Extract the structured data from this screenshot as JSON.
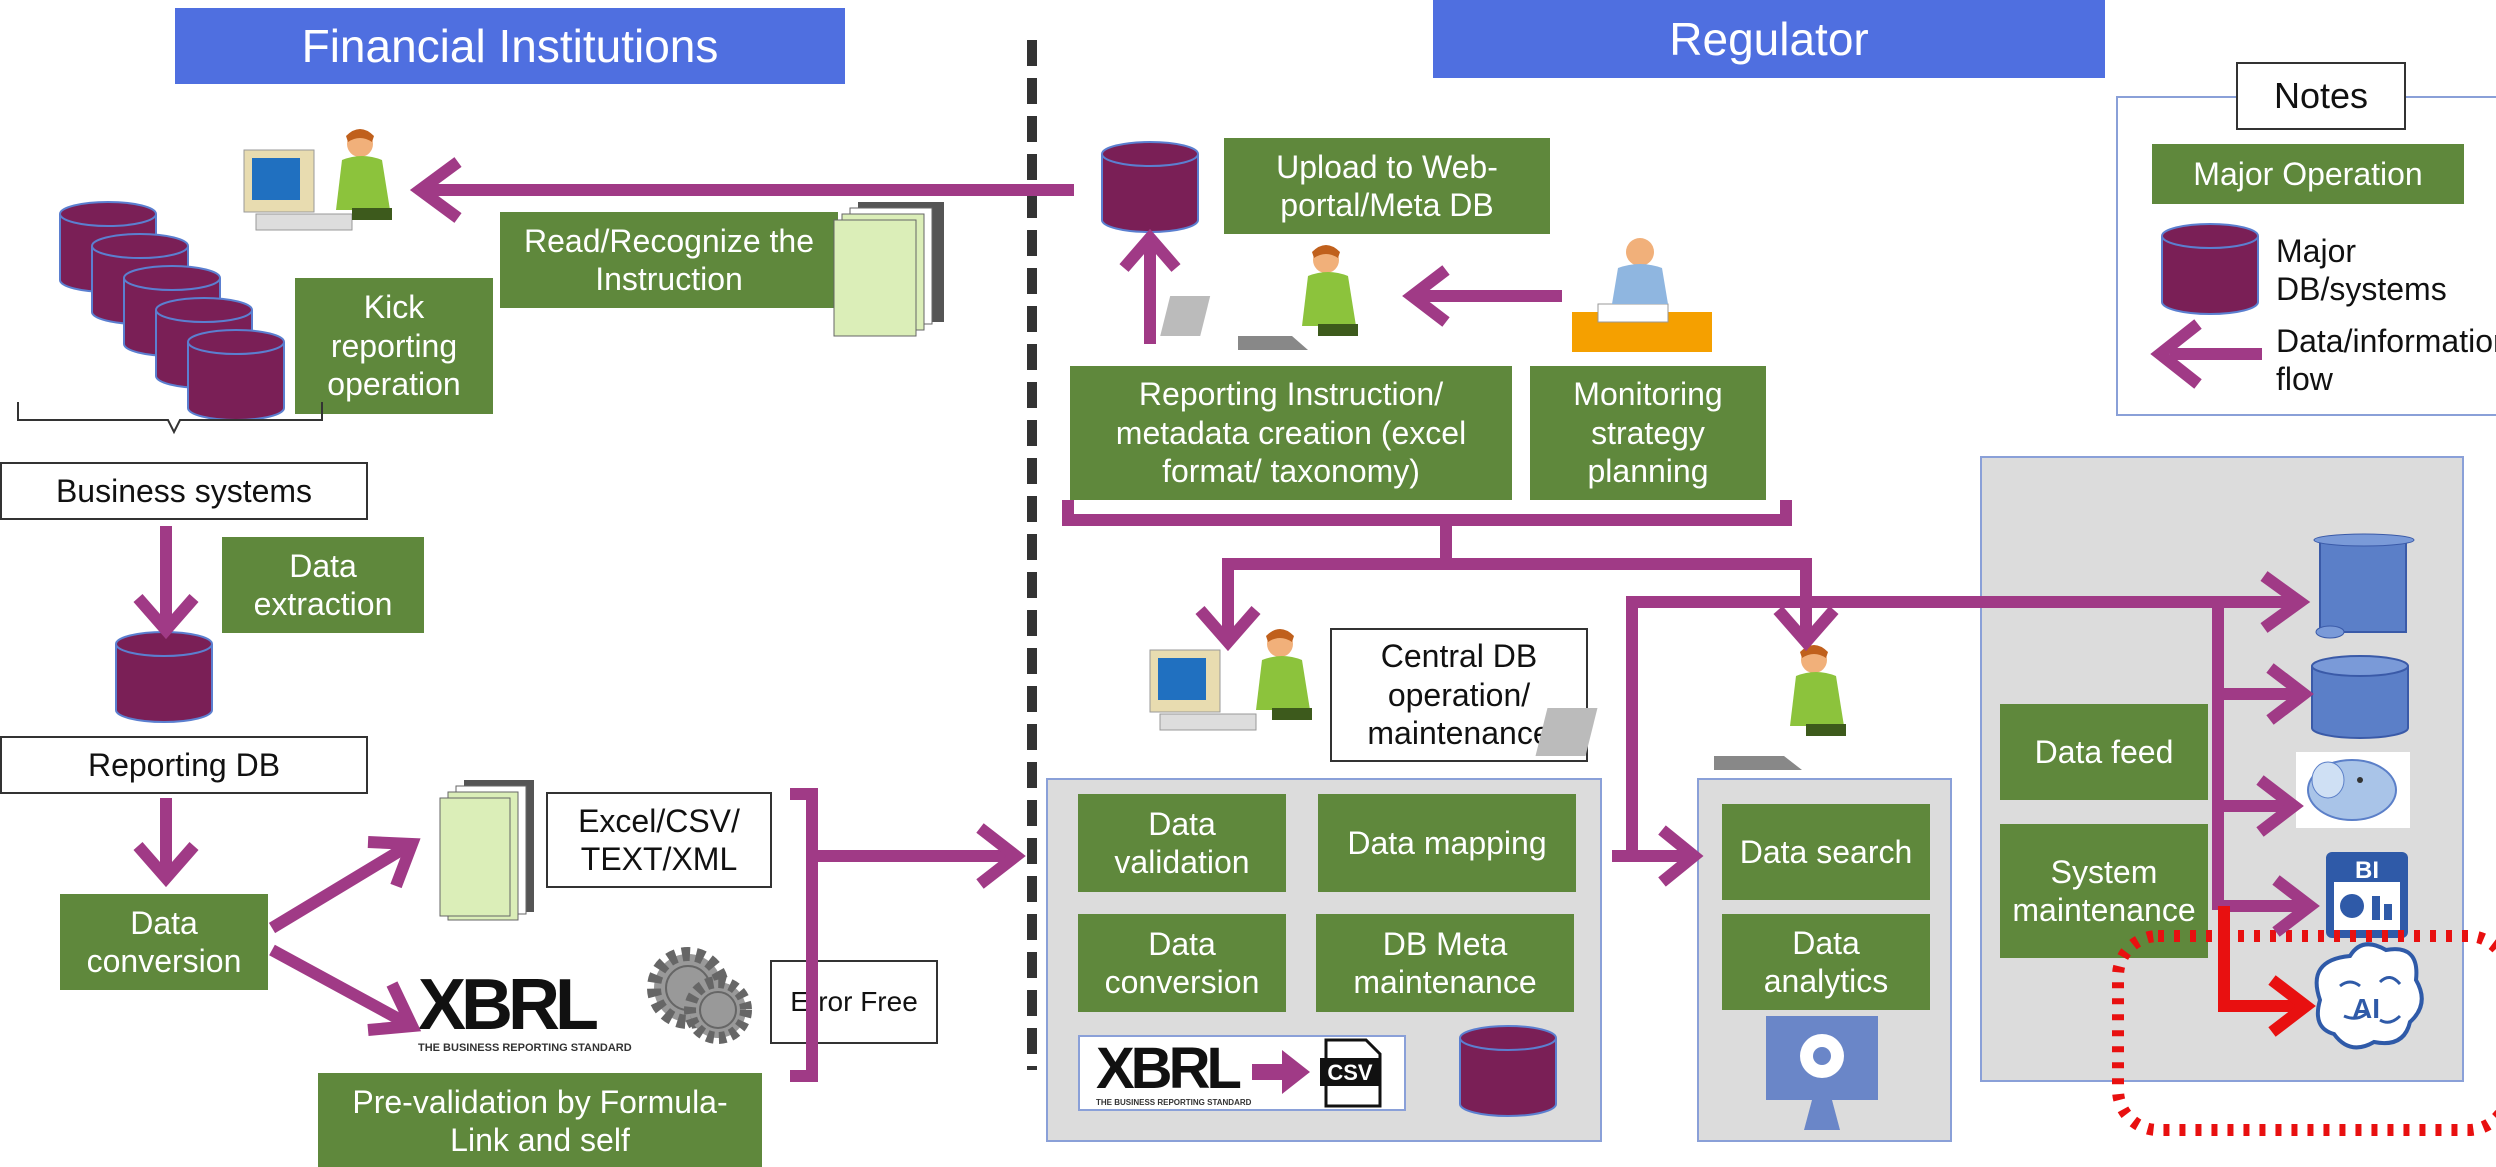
{
  "headers": {
    "financial_institutions": "Financial Institutions",
    "regulator": "Regulator"
  },
  "notes": {
    "title": "Notes",
    "major_operation": "Major Operation",
    "major_db": "Major DB/systems",
    "flow": "Data/information flow"
  },
  "fi": {
    "read_instruction": "Read/Recognize the Instruction",
    "kick_reporting": "Kick reporting operation",
    "business_systems": "Business systems",
    "data_extraction": "Data extraction",
    "reporting_db": "Reporting DB",
    "data_conversion": "Data conversion",
    "formats": "Excel/CSV/ TEXT/XML",
    "error_free": "Error Free",
    "prevalidation": "Pre-validation by Formula-Link and self",
    "xbrl_logo": "XBRL",
    "xbrl_tagline": "THE BUSINESS REPORTING STANDARD"
  },
  "reg": {
    "upload": "Upload to Web-portal/Meta DB",
    "reporting_instruction": "Reporting Instruction/ metadata creation (excel format/ taxonomy)",
    "monitoring": "Monitoring strategy planning",
    "central_db": "Central DB operation/ maintenance",
    "data_validation": "Data validation",
    "data_mapping": "Data mapping",
    "data_conversion": "Data conversion",
    "db_meta": "DB Meta maintenance",
    "data_search": "Data search",
    "data_analytics": "Data analytics",
    "data_feed": "Data feed",
    "system_maintenance": "System maintenance",
    "xbrl_logo": "XBRL",
    "xbrl_tagline": "THE BUSINESS REPORTING STANDARD",
    "csv_label": "CSV",
    "bi_label": "BI",
    "ai_label": "AI"
  },
  "colors": {
    "header_blue": "#4f6fe0",
    "operation_green": "#5f883c",
    "db_purple": "#7a1f56",
    "flow_purple": "#a03a86",
    "highlight_red": "#e81010",
    "panel_grey": "#dcdcdc"
  },
  "icons": [
    "database-icon",
    "person-computer-icon",
    "person-laptop-icon",
    "person-writing-icon",
    "document-stack-icon",
    "gears-icon",
    "scroll-icon",
    "elephant-icon",
    "bi-dashboard-icon",
    "ai-brain-icon",
    "monitor-chrome-icon",
    "csv-file-icon"
  ]
}
